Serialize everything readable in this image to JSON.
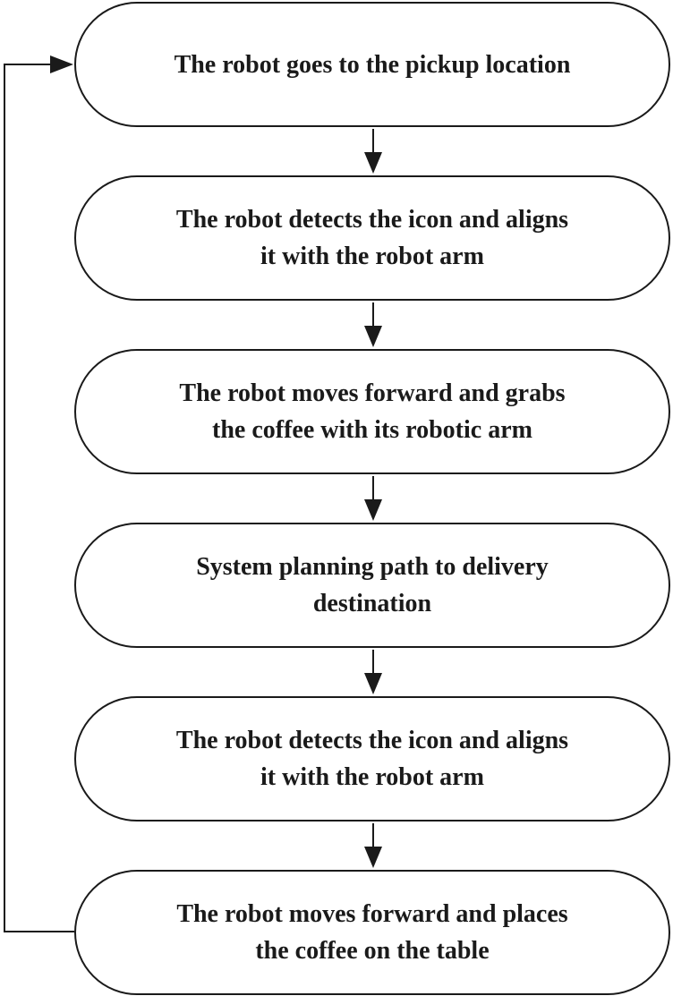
{
  "flowchart": {
    "steps": [
      {
        "text": "The robot goes to the pickup location"
      },
      {
        "text": "The robot detects the icon and aligns\nit with the robot arm"
      },
      {
        "text": "The robot moves forward and grabs\nthe coffee with its robotic arm"
      },
      {
        "text": "System planning path to delivery\ndestination"
      },
      {
        "text": "The robot detects the icon and aligns\nit with the robot arm"
      },
      {
        "text": "The robot moves forward and places\nthe coffee on the table"
      }
    ]
  }
}
